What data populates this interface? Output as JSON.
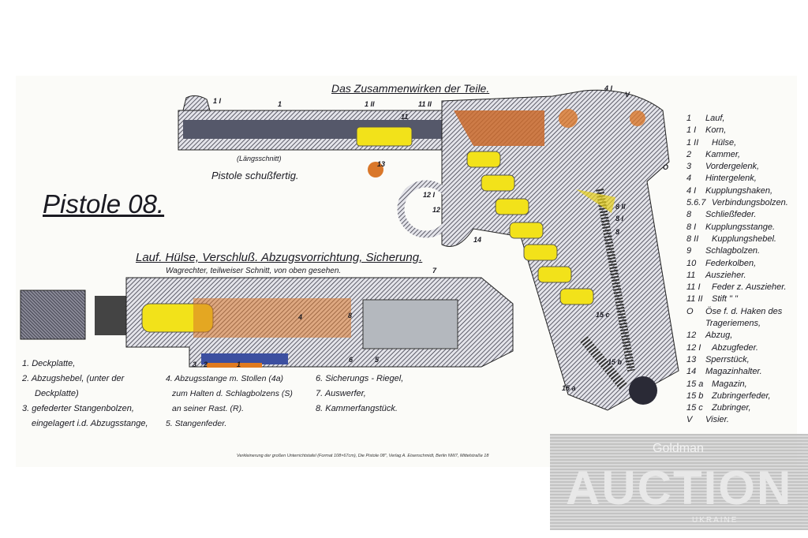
{
  "titles": {
    "main": "Pistole 08.",
    "top": "Das Zusammenwirken der Teile.",
    "longitudinal": "(Längsschnitt)",
    "ready": "Pistole schußfertig.",
    "lower": "Lauf. Hülse, Verschluß. Abzugsvorrichtung, Sicherung.",
    "lower_sub": "Wagrechter, teilweiser Schnitt, von oben gesehen."
  },
  "right_legend": [
    {
      "n": "1",
      "t": "Lauf,"
    },
    {
      "n": "1 I",
      "t": "Korn,"
    },
    {
      "n": "1 II",
      "t": "Hülse,"
    },
    {
      "n": "2",
      "t": "Kammer,"
    },
    {
      "n": "3",
      "t": "Vordergelenk,"
    },
    {
      "n": "4",
      "t": "Hintergelenk,"
    },
    {
      "n": "4 I",
      "t": "Kupplungshaken,"
    },
    {
      "n": "5.6.7",
      "t": "Verbindungsbolzen."
    },
    {
      "n": "8",
      "t": "Schließfeder."
    },
    {
      "n": "8 I",
      "t": "Kupplungsstange."
    },
    {
      "n": "8 II",
      "t": "Kupplungshebel."
    },
    {
      "n": "9",
      "t": "Schlagbolzen."
    },
    {
      "n": "10",
      "t": "Federkolben,"
    },
    {
      "n": "11",
      "t": "Auszieher."
    },
    {
      "n": "11 I",
      "t": "Feder z. Auszieher."
    },
    {
      "n": "11 II",
      "t": "Stift  \"    \""
    },
    {
      "n": "O",
      "t": "Öse f. d. Haken des"
    },
    {
      "n": "",
      "t": "Trageriemens,"
    },
    {
      "n": "12",
      "t": "Abzug,"
    },
    {
      "n": "12 I",
      "t": "Abzugfeder."
    },
    {
      "n": "13",
      "t": "Sperrstück,"
    },
    {
      "n": "14",
      "t": "Magazinhalter."
    },
    {
      "n": "15 a",
      "t": "Magazin,"
    },
    {
      "n": "15 b",
      "t": "Zubringerfeder,"
    },
    {
      "n": "15 c",
      "t": "Zubringer,"
    },
    {
      "n": "V",
      "t": "Visier."
    }
  ],
  "bottom_legend": {
    "col1": [
      "1. Deckplatte,",
      "2. Abzugshebel, (unter der",
      "Deckplatte)",
      "3. gefederter Stangenbolzen,",
      "eingelagert i.d. Abzugsstange,"
    ],
    "col2": [
      "4. Abzugsstange m. Stollen (4a)",
      "zum Halten d. Schlagbolzens (S)",
      "an seiner Rast. (R).",
      "5. Stangenfeder."
    ],
    "col3": [
      "6. Sicherungs - Riegel,",
      "7. Auswerfer,",
      "8. Kammerfangstück."
    ]
  },
  "callouts": [
    "1 I",
    "1",
    "1 II",
    "11 II",
    "11",
    "4 I",
    "V",
    "O",
    "12 I",
    "12",
    "13",
    "14",
    "8 II",
    "8 I",
    "8",
    "15 c",
    "15 b",
    "15 a",
    "3",
    "2",
    "1",
    "4",
    "6",
    "5",
    "7",
    "8"
  ],
  "footer": "Verkleinerung der großen Unterrichtstafel (Format 108×67cm), Die Pistole 08\", Verlag A. Eisenschmidt, Berlin NW7, Mittelstraße 18",
  "watermark": {
    "top": "Goldman",
    "main": "AUCTION",
    "sub": "UKRAINE"
  },
  "colors": {
    "cartridge": "#f2e21a",
    "steel": "#4a4a58",
    "wood_orange": "#d9772a",
    "blue": "#3c4fa0"
  }
}
